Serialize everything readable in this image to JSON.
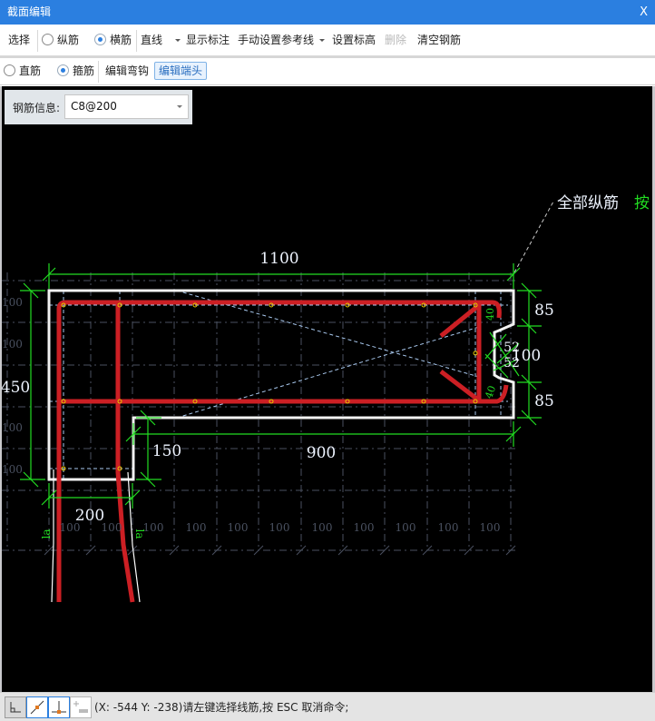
{
  "window": {
    "title": "截面编辑",
    "close_label": "X"
  },
  "toolbar1": {
    "select": "选择",
    "radio_longitudinal": {
      "label": "纵筋",
      "checked": false
    },
    "radio_transverse": {
      "label": "横筋",
      "checked": true
    },
    "line_type": "直线",
    "show_annotation": "显示标注",
    "manual_ref_line": "手动设置参考线",
    "set_elevation": "设置标高",
    "delete": "删除",
    "clear_rebar": "清空钢筋"
  },
  "toolbar2": {
    "radio_straight": {
      "label": "直筋",
      "checked": false
    },
    "radio_stirrup": {
      "label": "箍筋",
      "checked": true
    },
    "edit_hook": "编辑弯钩",
    "edit_end": "编辑端头"
  },
  "rebar_info": {
    "label": "钢筋信息:",
    "value": "C8@200"
  },
  "drawing": {
    "callout_text_white": "全部纵筋",
    "callout_text_green": "按",
    "dimensions": {
      "top_width": "1100",
      "height_left": "450",
      "right_top": "85",
      "right_mid": "100",
      "right_bottom": "85",
      "notch_a": "52",
      "notch_b": "52",
      "step_height": "150",
      "bottom_run": "900",
      "leg_width": "200",
      "hook_a": "40",
      "hook_b": "40",
      "anchor_left": "la",
      "anchor_right": "la"
    },
    "grid_row_labels": [
      "100",
      "100",
      "100",
      "100"
    ],
    "grid_col_labels": [
      "100",
      "100",
      "100",
      "100",
      "100",
      "100",
      "100",
      "100",
      "100",
      "100",
      "100"
    ],
    "colors": {
      "background": "#000000",
      "concrete_outline": "#f2f2f2",
      "rebar": "#cc1f24",
      "dimension": "#22dd22",
      "grid": "#4a5160",
      "guide": "#a8c8ee",
      "node": "#e6c800"
    }
  },
  "statusbar": {
    "tools": [
      "ortho-icon",
      "snap-line-icon",
      "perpendicular-icon",
      "add-dimension-icon"
    ],
    "coord_text": "(X: -544 Y: -238)请左键选择线筋,按 ESC 取消命令;"
  }
}
